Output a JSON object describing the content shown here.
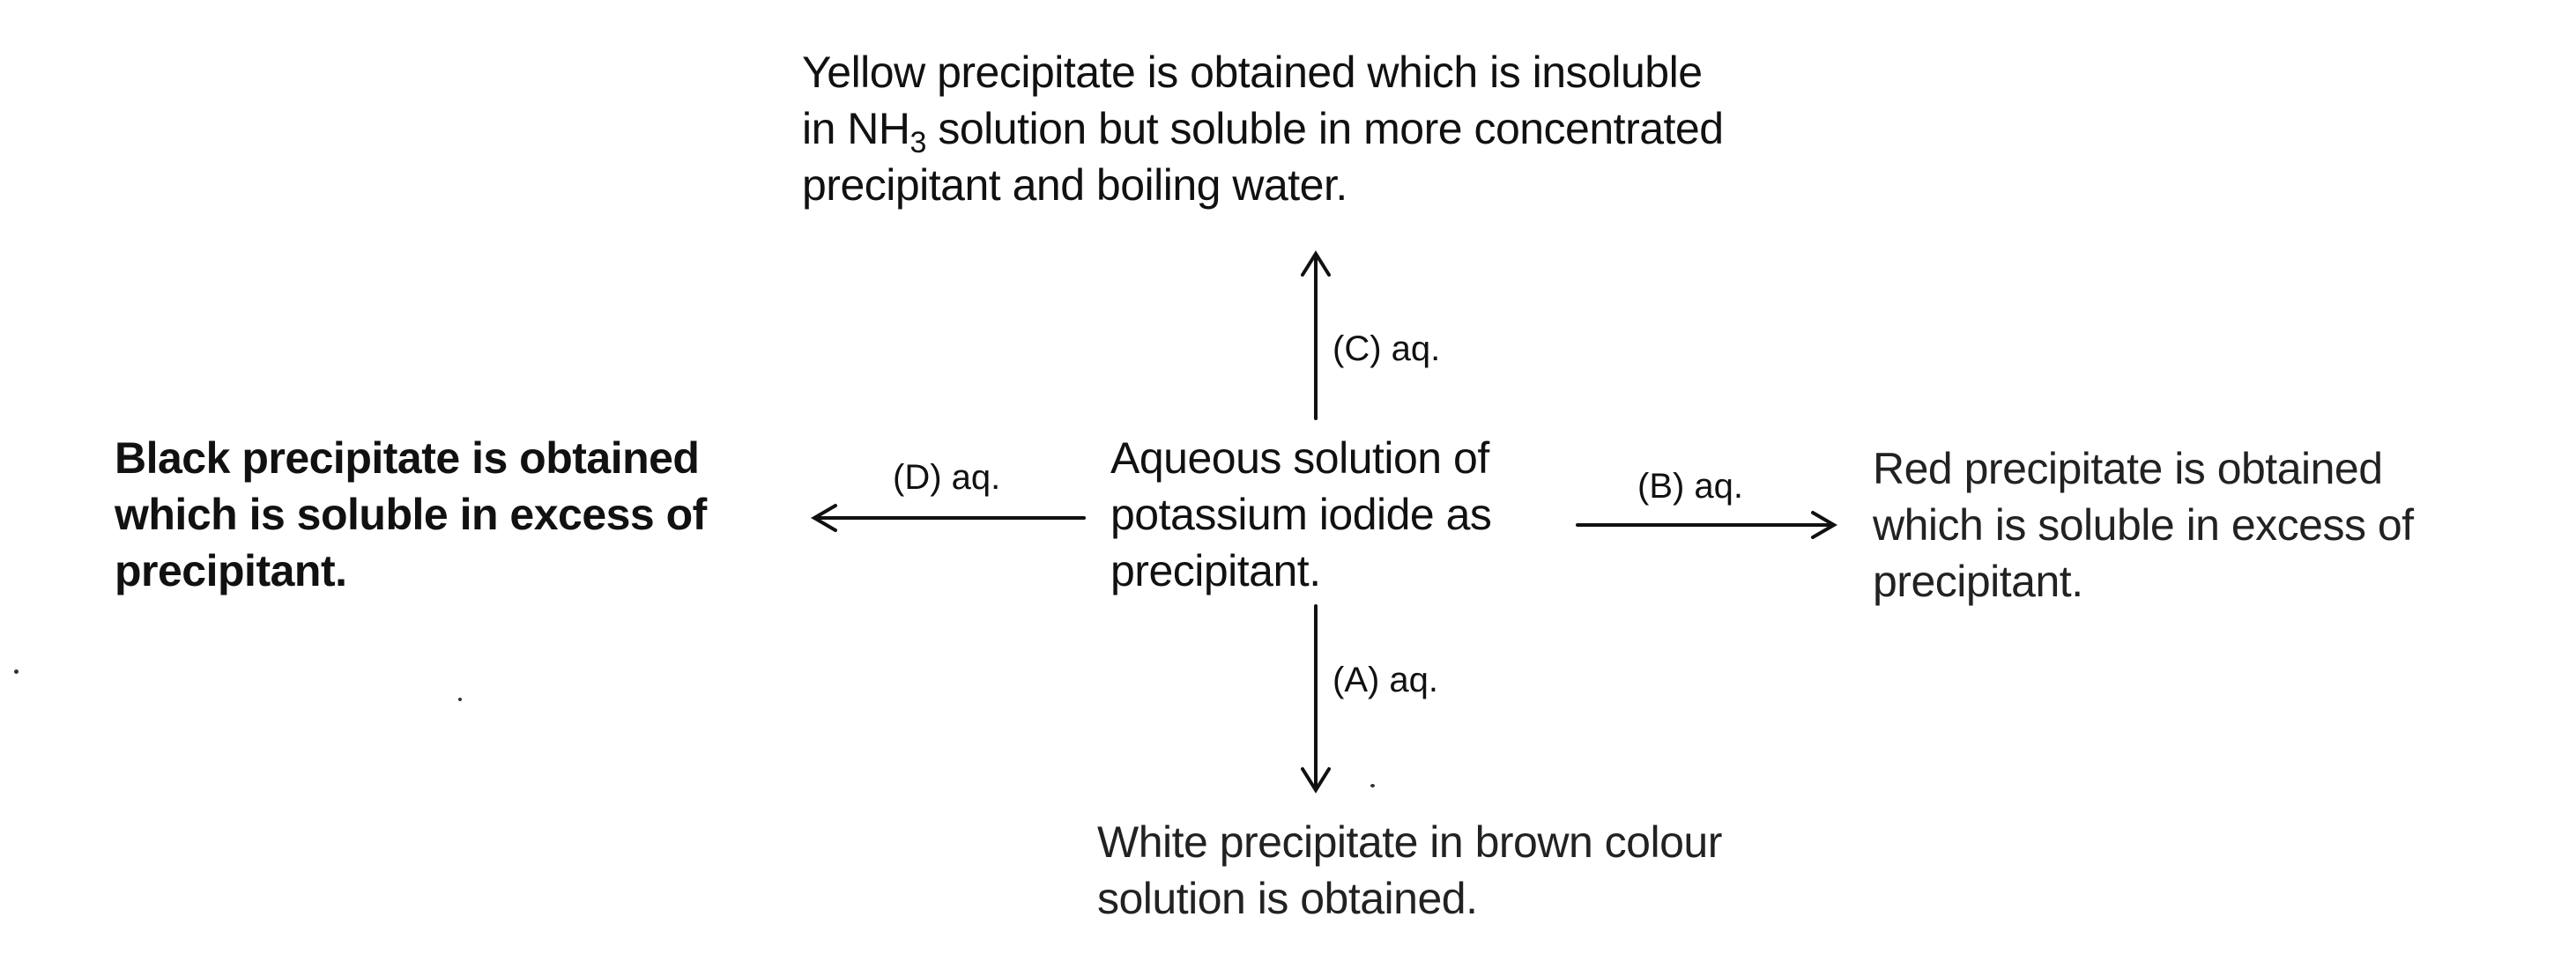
{
  "center": {
    "lines": [
      "Aqueous solution of",
      "potassium iodide as",
      "precipitant."
    ]
  },
  "top": {
    "lines": [
      "Yellow precipitate is obtained which is insoluble",
      "solution but soluble in more concentrated",
      "precipitant and boiling water."
    ],
    "formula_prefix": "in NH",
    "formula_sub": "3"
  },
  "left": {
    "lines": [
      "Black precipitate is obtained",
      "which is soluble in excess of",
      "precipitant."
    ]
  },
  "right": {
    "lines": [
      "Red precipitate is obtained",
      "which is soluble in excess of",
      "precipitant."
    ]
  },
  "bottom": {
    "lines": [
      "White precipitate in brown colour",
      "solution is obtained."
    ]
  },
  "arrows": {
    "up_label": "(C) aq.",
    "left_label": "(D) aq.",
    "right_label": "(B) aq.",
    "down_label": "(A) aq."
  }
}
